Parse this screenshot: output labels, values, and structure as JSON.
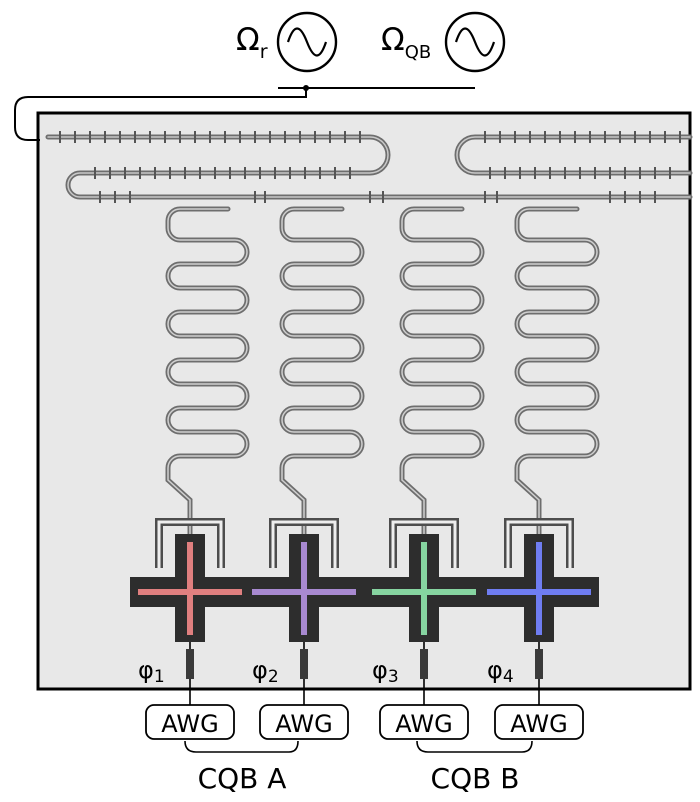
{
  "sources": [
    {
      "symbol": "Ω",
      "subscript": "r"
    },
    {
      "symbol": "Ω",
      "subscript": "QB"
    }
  ],
  "qubits": [
    {
      "phase_symbol": "φ",
      "phase_index": "1",
      "awg_label": "AWG",
      "color": "#e07f7f"
    },
    {
      "phase_symbol": "φ",
      "phase_index": "2",
      "awg_label": "AWG",
      "color": "#a889d0"
    },
    {
      "phase_symbol": "φ",
      "phase_index": "3",
      "awg_label": "AWG",
      "color": "#86d4a0"
    },
    {
      "phase_symbol": "φ",
      "phase_index": "4",
      "awg_label": "AWG",
      "color": "#6f7df2"
    }
  ],
  "groups": [
    {
      "label": "CQB A"
    },
    {
      "label": "CQB B"
    }
  ],
  "colors": {
    "chip_background": "#e8e8e8",
    "chip_border": "#000000",
    "line": "#000000",
    "resonator_gray": "#7d7d7d",
    "qubit_frame": "#2d2d2d"
  }
}
